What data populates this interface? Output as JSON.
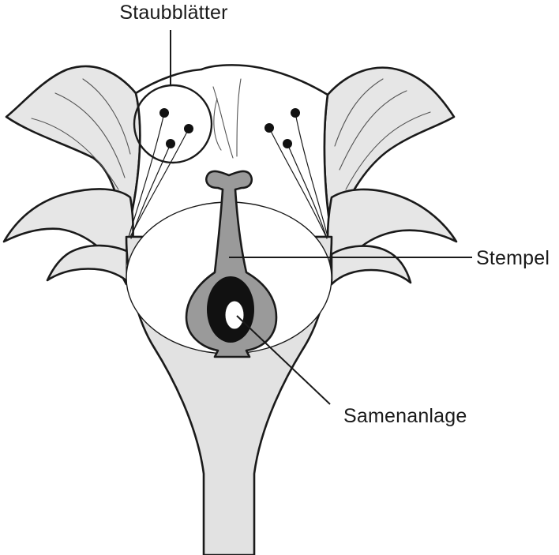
{
  "labels": {
    "stamens": "Staubblätter",
    "pistil": "Stempel",
    "ovule": "Samenanlage"
  },
  "colors": {
    "petal_fill": "#e6e6e6",
    "stem_fill": "#e2e2e2",
    "pistil_fill": "#9a9a9a",
    "ovary_dark": "#111111",
    "line": "#1a1a1a"
  }
}
